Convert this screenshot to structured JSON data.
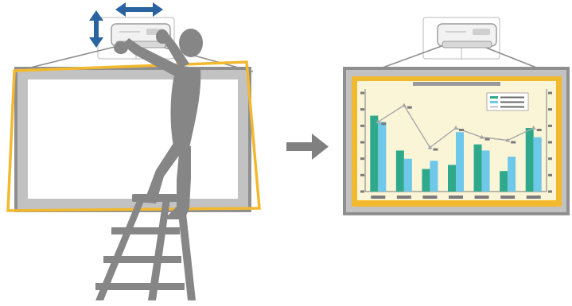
{
  "scene": {
    "description_free": true
  },
  "colors": {
    "projector_body": "#f2f2f2",
    "projector_outline": "#9a9a9a",
    "mount_plate": "#ffffff",
    "screen_frame": "#8f8f8f",
    "screen_border": "#c2c2c2",
    "screen_surface": "#ffffff",
    "projected_outline": "#f2b92f",
    "light_lines": "#8c8c8c",
    "person": "#868686",
    "adjust_arrow": "#2a64a0",
    "next_arrow": "#808080",
    "chart_bg": "#fbf5d8",
    "bar_teal": "#2fa98c",
    "bar_blue": "#6ec8ea",
    "line_series": "#a8a8a8",
    "axis_tick": "#7a7a7a"
  },
  "chart_data": {
    "type": "bar",
    "categories": [
      "",
      "",
      "",
      "",
      "",
      "",
      ""
    ],
    "series": [
      {
        "values": [
          74,
          40,
          22,
          26,
          46,
          20,
          62
        ]
      },
      {
        "values": [
          68,
          32,
          30,
          58,
          40,
          34,
          53
        ]
      },
      {
        "type": "line",
        "values": [
          68,
          84,
          43,
          62,
          53,
          50,
          62
        ]
      }
    ],
    "ylim": [
      0,
      100
    ],
    "legend": "top-right",
    "grid": false
  }
}
